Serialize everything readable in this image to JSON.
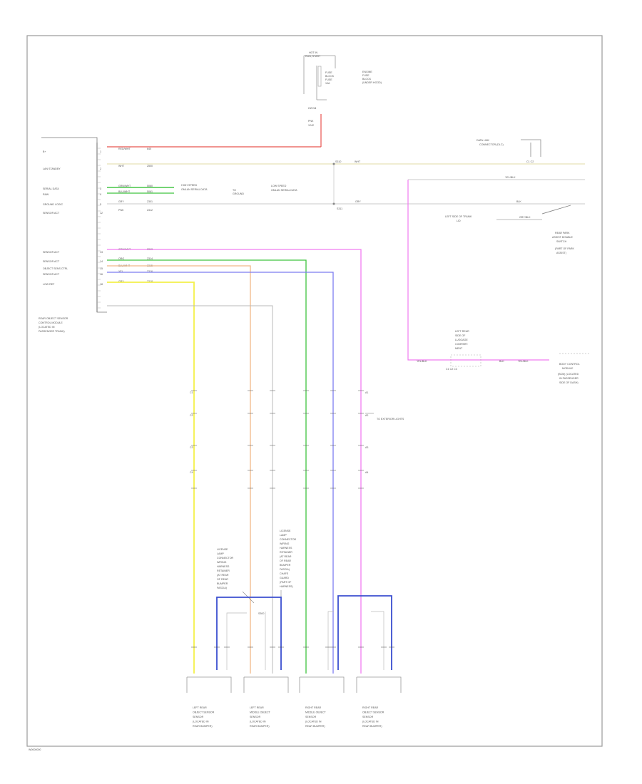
{
  "footer": {
    "code": "W0000000"
  },
  "colors": {
    "red": "#e8544f",
    "yellow_pale": "#e6e2b8",
    "green": "#3ec43e",
    "gray": "#9c9c9c",
    "pink": "#f07cf0",
    "orange": "#f0b888",
    "light_gray": "#b9b9b9",
    "blue": "#7c7cf0",
    "yellow": "#f4f04a",
    "dark_blue": "#3b4fcf",
    "magenta": "#e05ce0"
  },
  "top_fuse": {
    "label_lines": [
      "HOT IN",
      "RUN, START"
    ],
    "fuse_lines": [
      "FUSE",
      "BLOCK",
      "FUSE",
      "10A"
    ],
    "block_lines": [
      "ENGINE",
      "FUSE",
      "BLOCK",
      "(UNDER HOOD)"
    ],
    "pins": "C2 D4",
    "wire_lines": [
      "PNK",
      "1242"
    ]
  },
  "module": {
    "name_lines": [
      "REAR OBJECT SENSOR",
      "CONTROL MODULE",
      "(LOCATED IN",
      "PASSENGER TRUNK)"
    ],
    "pins": [
      {
        "label": "B+",
        "num": "1",
        "color": "RED/WHT",
        "circuit": "640"
      },
      {
        "label": "LAN STANDBY",
        "num": "2",
        "color": "WHT",
        "circuit": "2500"
      },
      {
        "label": "SERIAL DATA",
        "num": "3",
        "color": "GRN/WHT",
        "circuit": "5060"
      },
      {
        "label": "RAW",
        "num": "4",
        "color": "BLU/WHT",
        "circuit": "5061"
      },
      {
        "label": "GROUND LOGIC",
        "num": "5",
        "color": "GRY",
        "circuit": "2301"
      },
      {
        "label": "SENSOR ACT",
        "num": "12",
        "color": "PNK",
        "circuit": "2312"
      },
      {
        "label": "SENSOR ACT",
        "num": "13",
        "color": "GRN/WHT",
        "circuit": "2313"
      },
      {
        "label": "SENSOR ACT",
        "num": "14",
        "color": "ORG",
        "circuit": "2314"
      },
      {
        "label": "OBJECT SENS CTRL",
        "num": "15",
        "color": "BLU/WHT",
        "circuit": "2315"
      },
      {
        "label": "SENSOR ACT",
        "num": "16",
        "color": "YEL",
        "circuit": "2316"
      },
      {
        "label": "LOW REF",
        "num": "18",
        "color": "GRY",
        "circuit": "2318"
      }
    ]
  },
  "right_labels": {
    "dlc_lines": [
      "DATA LINK",
      "CONNECTOR (DLC)"
    ],
    "upper_wire": "WHT",
    "upper_pins": "C1 C2",
    "splice_a": "S310",
    "splice_b": "S311",
    "serial_note_lines": [
      "HIGH SPEED",
      "GMLAN SERIAL DATA"
    ],
    "ground_note_lines": [
      "TO",
      "GROUND"
    ],
    "ctrl_note_lines": [
      "LOW SPEED",
      "GMLAN SERIAL DATA"
    ],
    "wire_yelblk": "YEL/BLK",
    "wire_gry": "GRY",
    "lower_wire": "BLK",
    "switch_lead_lines": [
      "LEFT SIDE OF TRUNK",
      "LID"
    ],
    "switch_lead_wire": "GRY/BLK",
    "switch_lines": [
      "REAR PARK",
      "ASSIST DISABLE",
      "SWITCH"
    ],
    "switch_sub_lines": [
      "(PART OF PARK",
      "ASSIST)"
    ],
    "vicm_lines": [
      "LEFT REAR",
      "SIDE OF",
      "LUGGAGE",
      "COMPART.",
      "MENT"
    ],
    "vicm_wire_a": "YEL/BLK",
    "vicm_wire_b": "BLK",
    "vicm_wire_c": "YEL/BLK",
    "vicm_pins": "C1 C2 C3",
    "body_lines": [
      "BODY CONTROL",
      "MODULE",
      "(BCM) (LOCATED",
      "IN PASSENGER",
      "SIDE OF DASH)"
    ],
    "hv_note": "TO EXTERIOR LIGHTS"
  },
  "mid_connectors": [
    {
      "line1": "C1",
      "line2": "C2",
      "line3": "C3",
      "line4": "C4"
    },
    {
      "line1": "A1",
      "line2": "A2",
      "line3": "A3",
      "line4": "A4"
    }
  ],
  "left_note_lines": [
    "LICENSE",
    "LAMP",
    "CONNECTOR",
    "WIRING",
    "HARNESS",
    "RETAINER",
    "(AT REAR",
    "OF REAR",
    "BUMPER",
    "FASCIA)"
  ],
  "right_note_lines": [
    "LICENSE",
    "LAMP",
    "CONNECTOR",
    "WIRING",
    "HARNESS",
    "RETAINER",
    "(AT REAR",
    "OF REAR",
    "BUMPER",
    "FASCIA)",
    "CHAFE",
    "GUARD",
    "(PART OF",
    "HARNESS)"
  ],
  "splice_label": "S300",
  "sensors": [
    {
      "lines": [
        "LEFT REAR",
        "OBJECT SENSOR",
        "SENSOR",
        "(LOCATED IN",
        "REAR BUMPER)"
      ]
    },
    {
      "lines": [
        "LEFT REAR",
        "MIDDLE OBJECT",
        "SENSOR",
        "(LOCATED IN",
        "REAR BUMPER)"
      ]
    },
    {
      "lines": [
        "RIGHT REAR",
        "MIDDLE OBJECT",
        "SENSOR",
        "(LOCATED IN",
        "REAR BUMPER)"
      ]
    },
    {
      "lines": [
        "RIGHT REAR",
        "OBJECT SENSOR",
        "SENSOR",
        "(LOCATED IN",
        "REAR BUMPER)"
      ]
    }
  ]
}
